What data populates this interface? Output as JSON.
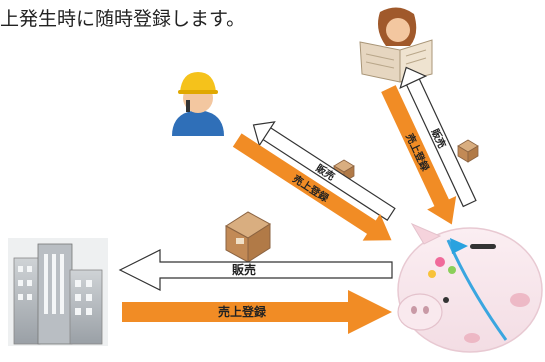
{
  "caption": "上発生時に随時登録します。",
  "arrows": {
    "sale_label": "販売",
    "sales_entry_label": "売上登録"
  },
  "colors": {
    "entry_arrow": "#F18C25",
    "sale_arrow_fill": "#FFFFFF",
    "sale_arrow_stroke": "#333333",
    "piggy_bank": "#F7E6EA",
    "box": "#C89A6A"
  },
  "actors": [
    {
      "name": "worker",
      "icon": "worker-helmet-icon"
    },
    {
      "name": "reader",
      "icon": "newspaper-reader-icon"
    },
    {
      "name": "company",
      "icon": "building-icon"
    },
    {
      "name": "bank",
      "icon": "piggy-bank-icon"
    }
  ]
}
